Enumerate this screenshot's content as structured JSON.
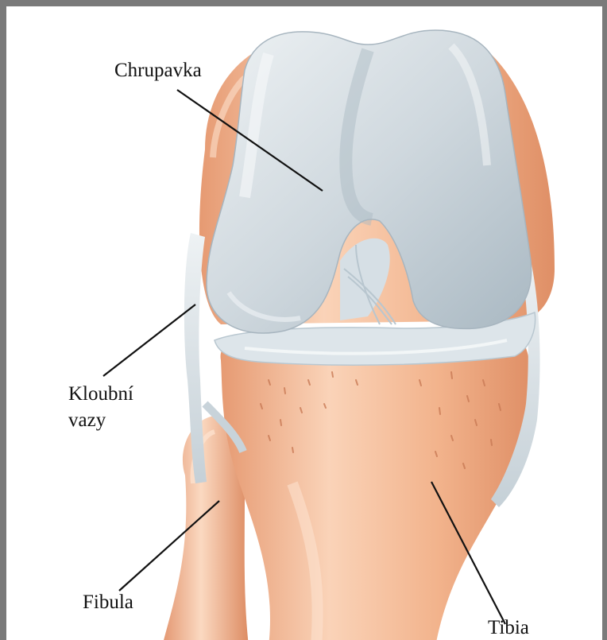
{
  "diagram": {
    "labels": {
      "cartilage": "Chrupavka",
      "ligaments_line1": "Kloubní",
      "ligaments_line2": "vazy",
      "fibula": "Fibula",
      "tibia": "Tibia"
    },
    "colors": {
      "frame": "#7a7a7a",
      "bone": "#f2b38c",
      "bone_light": "#fad3b8",
      "bone_shadow": "#e0916a",
      "cartilage": "#cfd8de",
      "cartilage_light": "#e9eef1",
      "cartilage_shadow": "#9fb0bb",
      "ligament": "#d9e1e6",
      "leader_line": "#111111"
    }
  }
}
